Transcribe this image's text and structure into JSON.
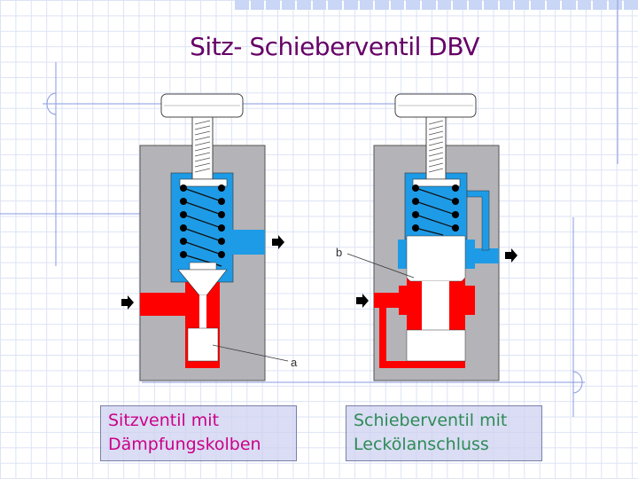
{
  "slide": {
    "title": "Sitz- Schieberventil DBV",
    "left_caption": {
      "line1": "Sitzventil mit",
      "line2": "Dämpfungskolben"
    },
    "right_caption": {
      "line1": "Schieberventil mit",
      "line2": "Leckölanschluss"
    },
    "labels": {
      "a": "a",
      "b": "b"
    }
  },
  "colors": {
    "title": "#660066",
    "body": "#b4b4b8",
    "low_pressure": "#1e9be6",
    "high_pressure": "#ff0000",
    "left_caption": "#cc0088",
    "right_caption": "#2e8b57"
  }
}
